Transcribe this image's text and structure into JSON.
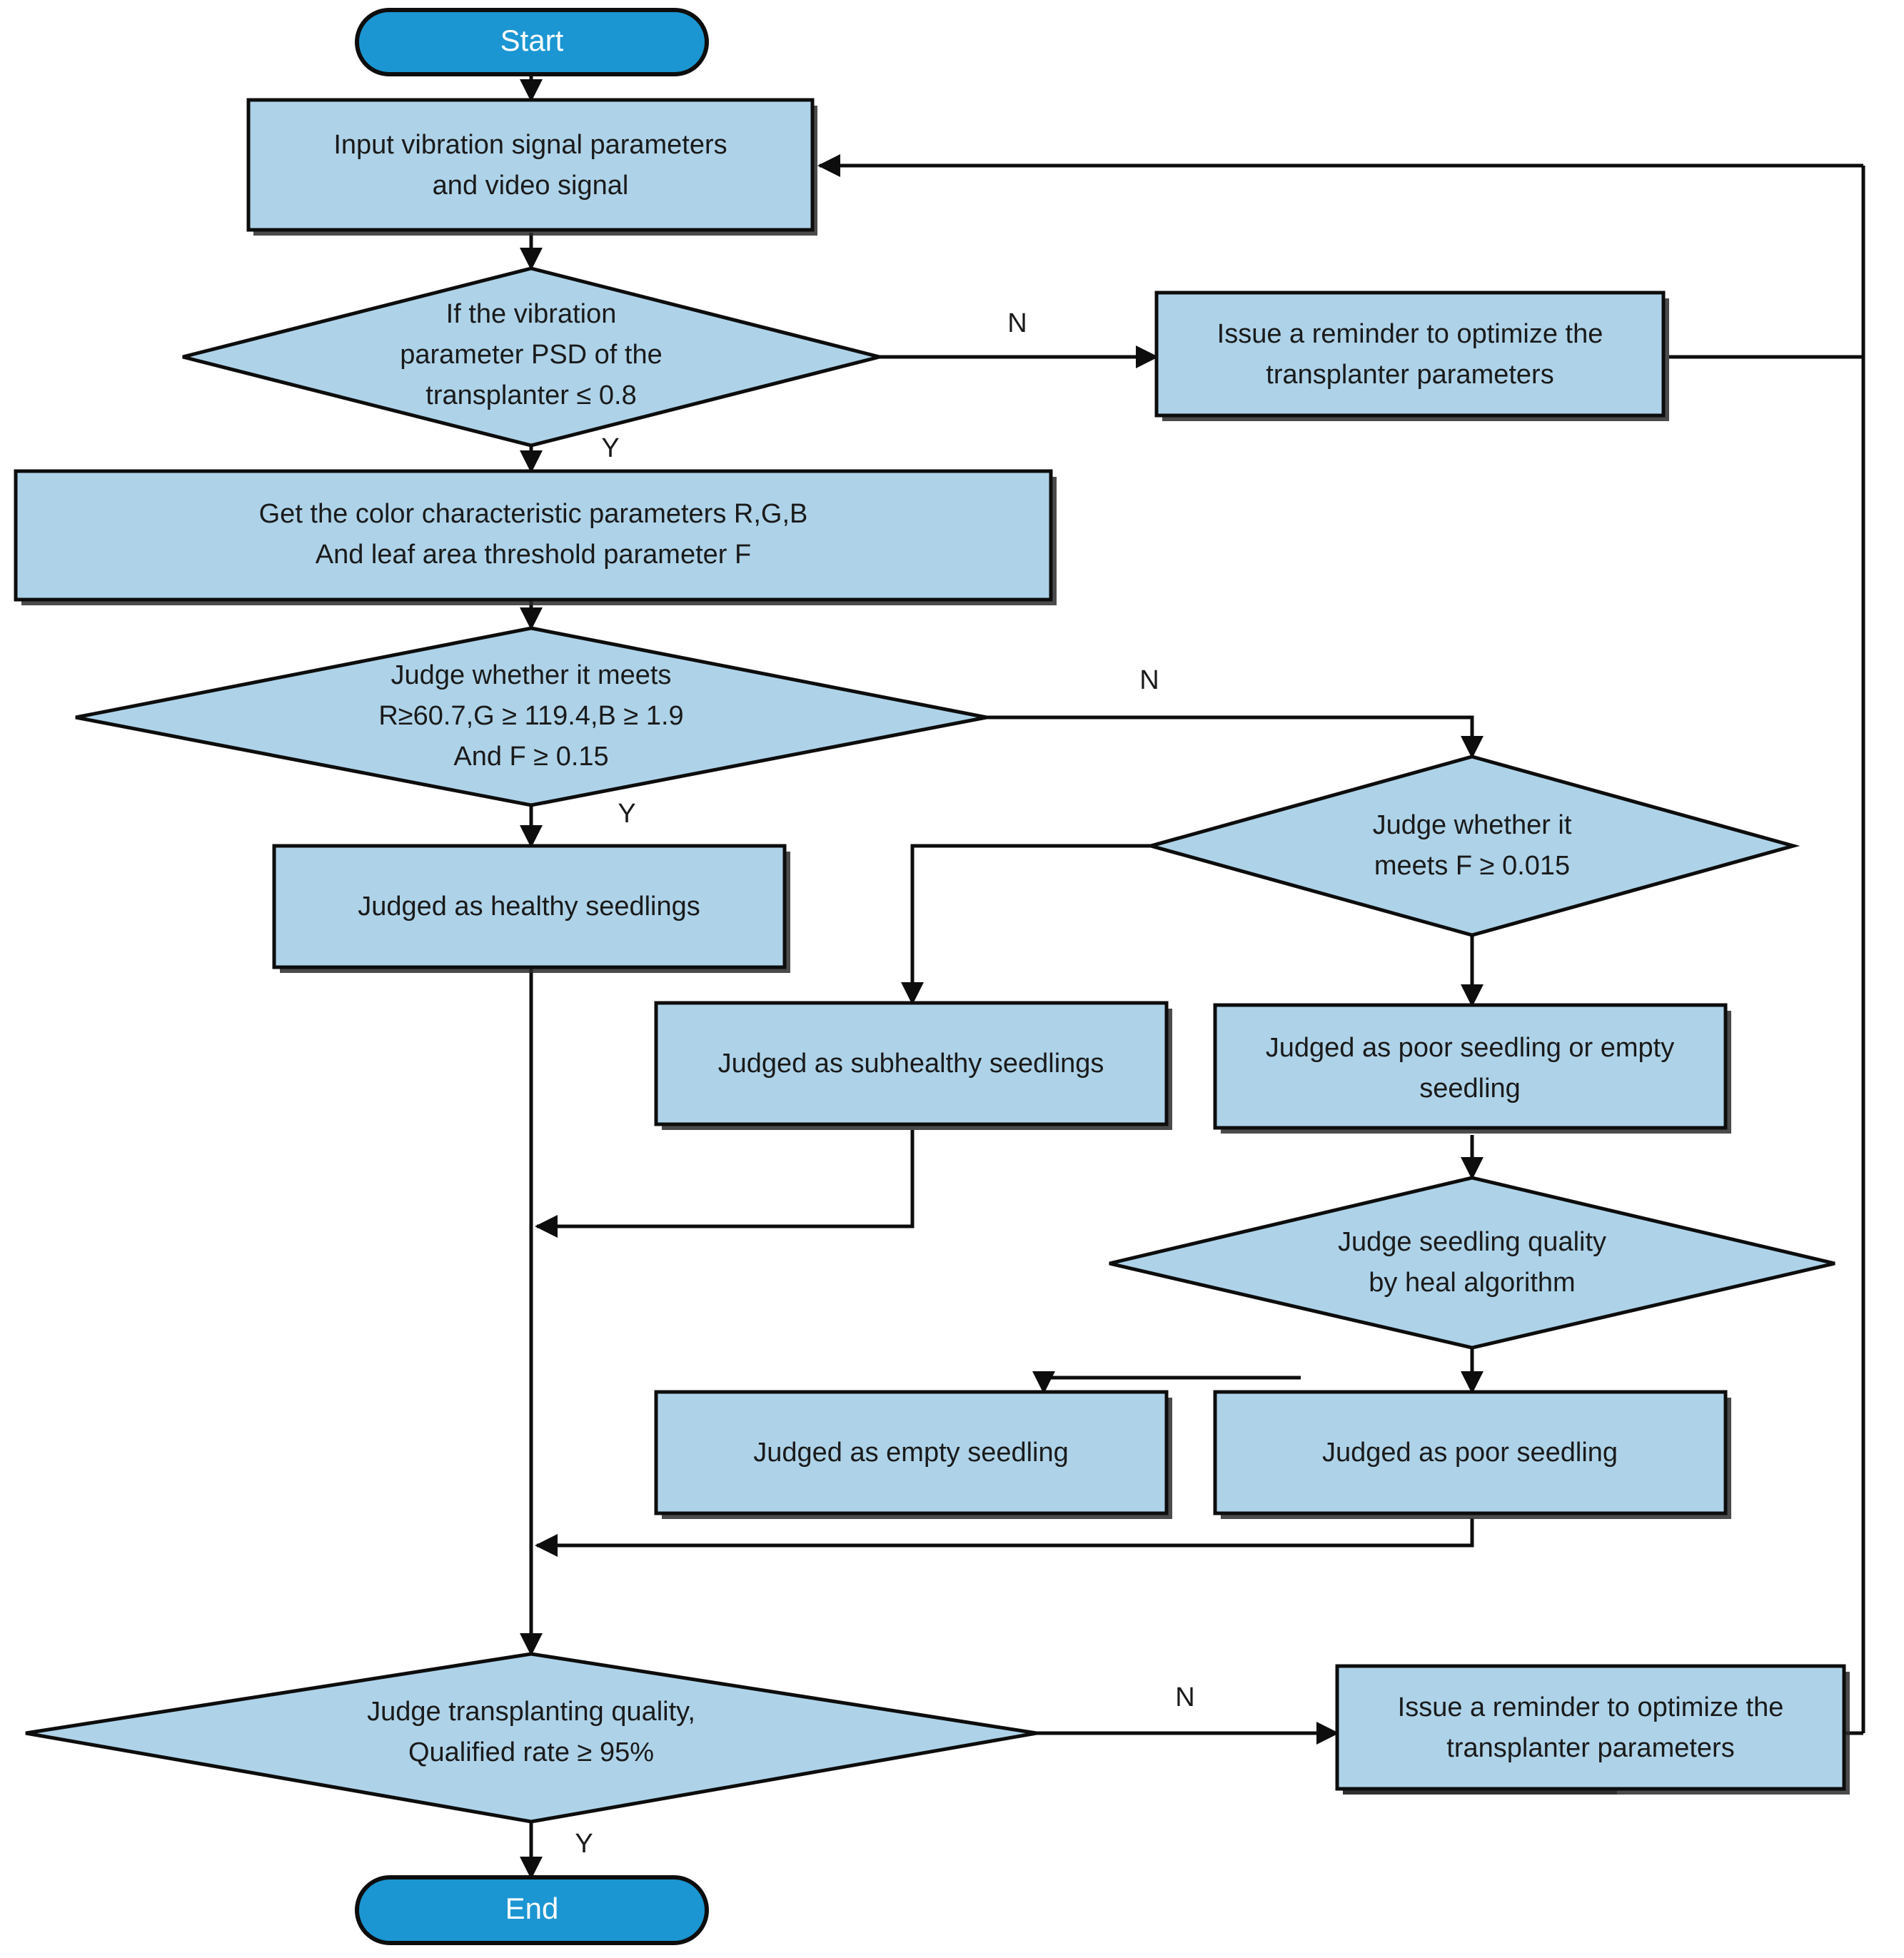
{
  "diagram": {
    "title": "Seedling transplanting quality decision flowchart",
    "colors": {
      "process_fill": "#aed3e9",
      "terminator_fill": "#1b96d2",
      "stroke": "#0d0d0d",
      "text": "#1a1a1a",
      "terminator_text": "#ffffff",
      "background": "#ffffff"
    },
    "nodes": {
      "start": {
        "type": "terminator",
        "label": "Start"
      },
      "input": {
        "type": "process",
        "line1": "Input vibration signal parameters",
        "line2": "and video signal"
      },
      "decision_psd": {
        "type": "decision",
        "line1": "If the vibration",
        "line2": "parameter PSD of the",
        "line3": "transplanter ≤ 0.8"
      },
      "reminder_top": {
        "type": "process",
        "line1": "Issue a reminder to optimize the",
        "line2": "transplanter parameters"
      },
      "get_color": {
        "type": "process",
        "line1": "Get the color characteristic parameters R,G,B",
        "line2": "And leaf area threshold parameter F"
      },
      "decision_rgb": {
        "type": "decision",
        "line1": "Judge whether it meets",
        "line2": "R≥60.7,G ≥ 119.4,B ≥ 1.9",
        "line3": "And F ≥ 0.15"
      },
      "healthy": {
        "type": "process",
        "line1": "Judged as healthy seedlings"
      },
      "decision_f": {
        "type": "decision",
        "line1": "Judge whether it",
        "line2": "meets F ≥ 0.015"
      },
      "subhealthy": {
        "type": "process",
        "line1": "Judged as subhealthy seedlings"
      },
      "poor_or_empty": {
        "type": "process",
        "line1": "Judged as poor seedling or empty",
        "line2": "seedling"
      },
      "decision_heal": {
        "type": "decision",
        "line1": "Judge seedling quality",
        "line2": "by heal algorithm"
      },
      "empty_seedling": {
        "type": "process",
        "line1": "Judged as empty seedling"
      },
      "poor_seedling": {
        "type": "process",
        "line1": "Judged as poor seedling"
      },
      "decision_quality": {
        "type": "decision",
        "line1": "Judge transplanting quality,",
        "line2": "Qualified rate ≥ 95%"
      },
      "reminder_bottom": {
        "type": "process",
        "line1": "Issue a reminder to optimize the",
        "line2": "transplanter parameters"
      },
      "end": {
        "type": "terminator",
        "label": "End"
      }
    },
    "edge_labels": {
      "psd_no": "N",
      "psd_yes": "Y",
      "rgb_no": "N",
      "rgb_yes": "Y",
      "quality_no": "N",
      "quality_yes": "Y"
    }
  }
}
